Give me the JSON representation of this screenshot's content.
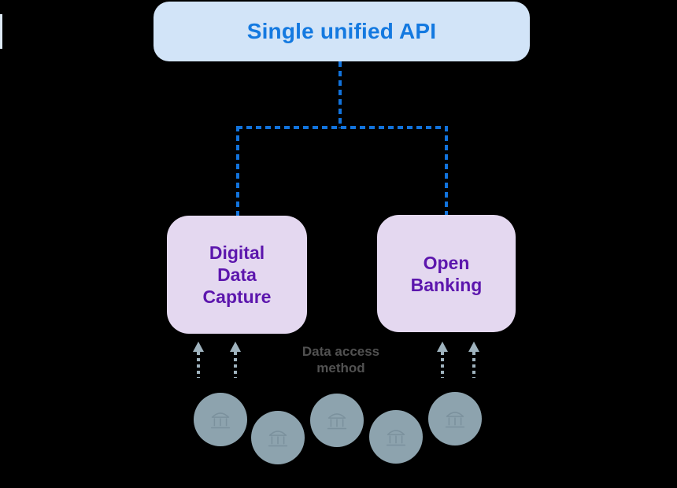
{
  "diagram": {
    "api_box": {
      "label": "Single unified API"
    },
    "method_boxes": [
      {
        "id": "digital-data-capture",
        "label": "Digital\nData\nCapture"
      },
      {
        "id": "open-banking",
        "label": "Open\nBanking"
      }
    ],
    "annotation": {
      "label": "Data access\nmethod"
    },
    "sources": {
      "count": 5,
      "icon": "bank-icon"
    },
    "colors": {
      "background": "#000000",
      "api_box_bg": "#d2e4f8",
      "api_text": "#1479e0",
      "connector_dashed": "#1273dc",
      "method_box_bg": "#e4d8f0",
      "method_text": "#5c16ad",
      "arrow": "#9fb3be",
      "source_circle": "#8da3ae",
      "source_icon": "#7b919d",
      "annotation_text": "#515151"
    }
  }
}
